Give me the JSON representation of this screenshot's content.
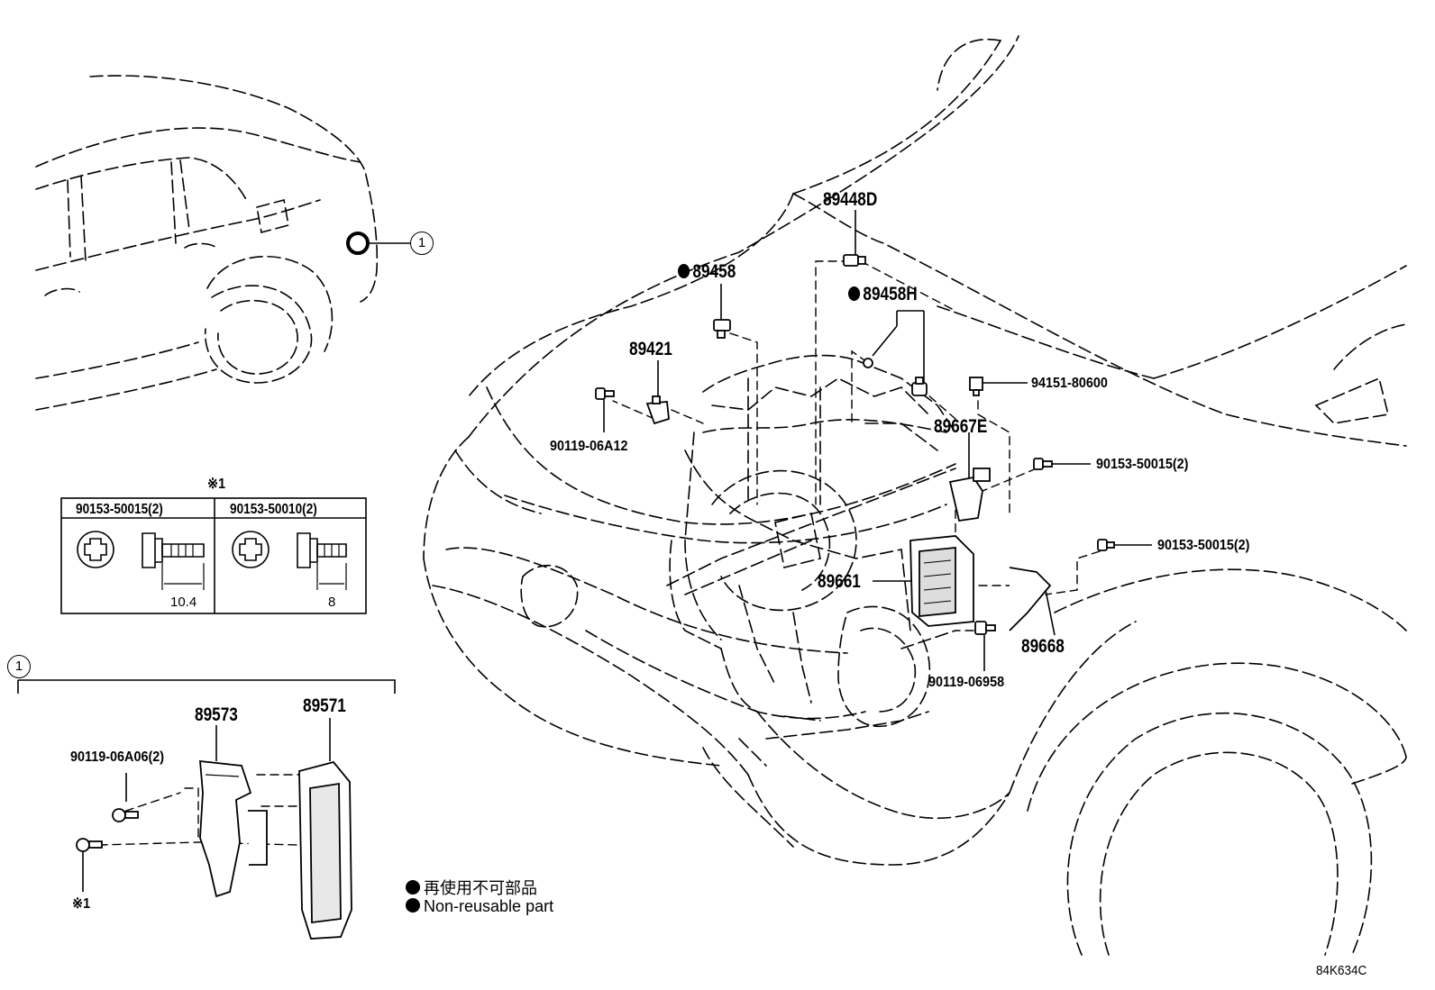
{
  "diagram_id": "84K634C",
  "callout_number": "1",
  "note_mark": "※1",
  "parts": {
    "p89448D": "89448D",
    "p89458": "89458",
    "p89458H": "89458H",
    "p89421": "89421",
    "p94151": "94151-80600",
    "p89667E": "89667E",
    "p90119_06A12": "90119-06A12",
    "p90153_top": "90153-50015(2)",
    "p90153_mid": "90153-50015(2)",
    "p89661": "89661",
    "p89668": "89668",
    "p90119_06958": "90119-06958",
    "p89573": "89573",
    "p89571": "89571",
    "p90119_06A06": "90119-06A06(2)"
  },
  "bolt_table": {
    "col1_header": "90153-50015(2)",
    "col2_header": "90153-50010(2)",
    "col1_dim": "10.4",
    "col2_dim": "8"
  },
  "legend": {
    "line1": "再使用不可部品",
    "line2": "Non-reusable part"
  }
}
